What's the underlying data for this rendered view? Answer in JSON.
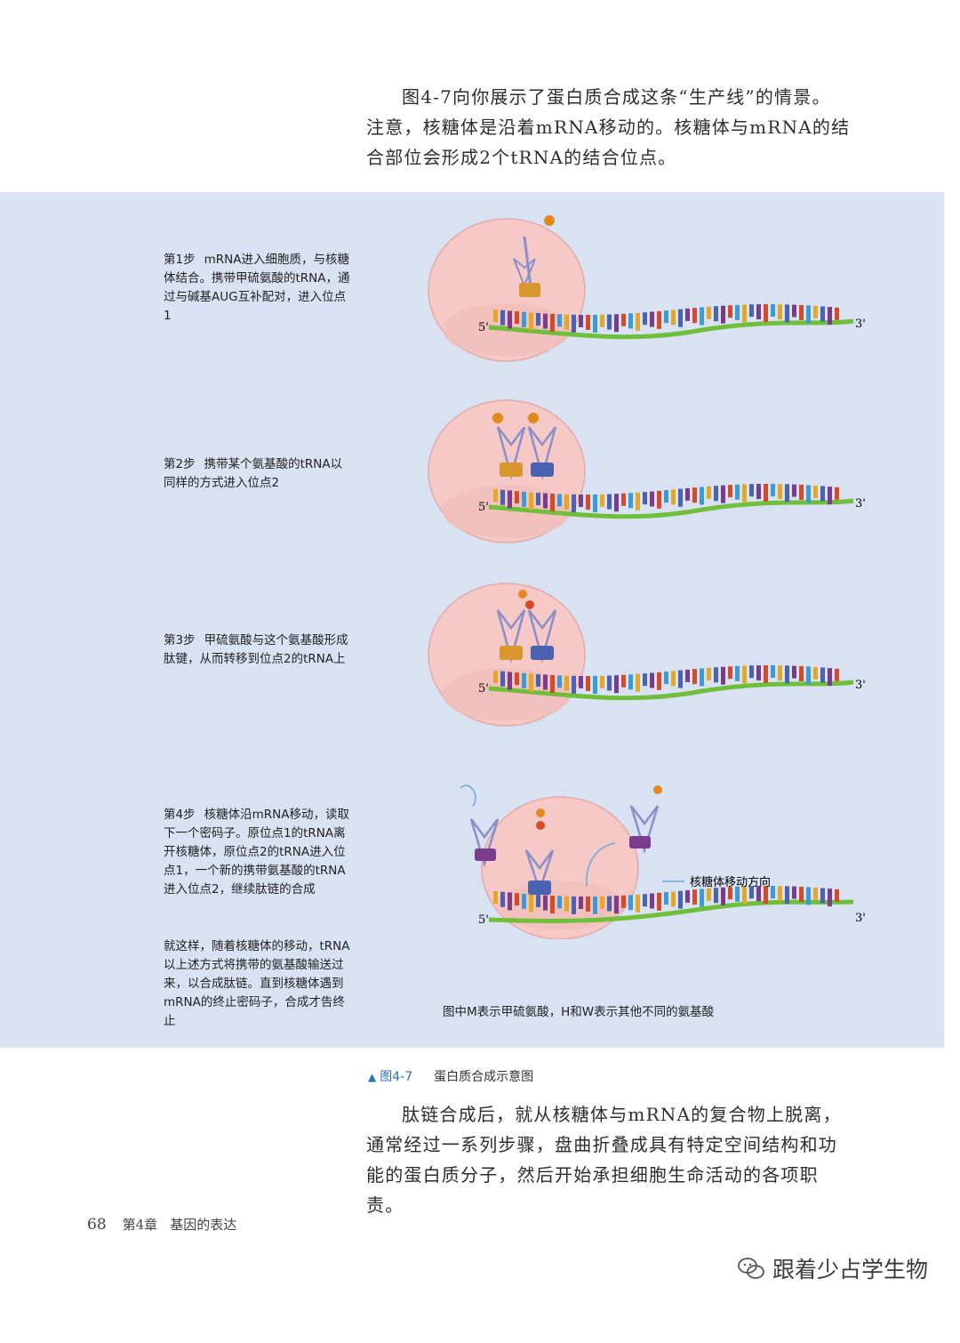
{
  "intro": {
    "line1": "图4-7向你展示了蛋白质合成这条“生产线”的情景。",
    "line2": "注意，核糖体是沿着mRNA移动的。核糖体与mRNA的结",
    "line3": "合部位会形成2个tRNA的结合位点。"
  },
  "steps": [
    {
      "num": "第1步",
      "text": "mRNA进入细胞质，与核糖体结合。携带甲硫氨酸的tRNA，通过与碱基AUG互补配对，进入位点1"
    },
    {
      "num": "第2步",
      "text": "携带某个氨基酸的tRNA以同样的方式进入位点2"
    },
    {
      "num": "第3步",
      "text": "甲硫氨酸与这个氨基酸形成肽键，从而转移到位点2的tRNA上"
    },
    {
      "num": "第4步",
      "text": "核糖体沿mRNA移动，读取下一个密码子。原位点1的tRNA离开核糖体，原位点2的tRNA进入位点1，一个新的携带氨基酸的tRNA进入位点2，继续肽链的合成"
    }
  ],
  "summary": "就这样，随着核糖体的移动，tRNA以上述方式将携带的氨基酸输送过来，以合成肽链。直到核糖体遇到mRNA的终止密码子，合成才告终止",
  "diagram": {
    "five_prime": "5'",
    "three_prime": "3'",
    "direction_label": "核糖体移动方向",
    "note": "图中M表示甲硫氨酸，H和W表示其他不同的氨基酸"
  },
  "caption": {
    "label": "图4-7",
    "title": "蛋白质合成示意图"
  },
  "outro": {
    "line1": "肽链合成后，就从核糖体与mRNA的复合物上脱离，",
    "line2": "通常经过一系列步骤，盘曲折叠成具有特定空间结构和功",
    "line3": "能的蛋白质分子，然后开始承担细胞生命活动的各项职责。"
  },
  "footer": {
    "page": "68",
    "chapter": "第4章",
    "section": "基因的表达"
  },
  "watermark": "跟着少占学生物",
  "colors": {
    "panel": "#d9e2f2",
    "ribosome": "#f6c9c6",
    "mrna": "#6fbf3a",
    "trna": "#8a8fc8",
    "caption_blue": "#2f6fb5"
  }
}
